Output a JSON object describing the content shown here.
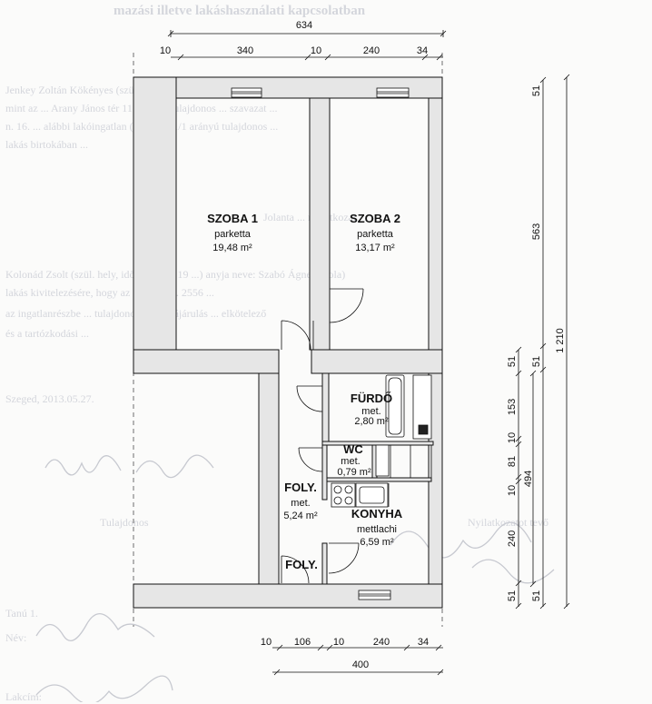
{
  "background_text": {
    "title": "mazási illetve lakáshasználati kapcsolatban",
    "lines": [
      "Jenkey Zoltán Kökényes (szül. ...) alulírott, ... Fehér ... 1959.06.10. anyja neve: Mé",
      "mint az ... Arany János tér 11. ... 2. ... tulajdonos ... szavazat ...",
      "n. 16. ... alábbi lakóingatlan (lakás) ... 1/1 arányú tulajdonos ...",
      "lakás birtokában ...",
      "Jolanta ... nyilatkozat",
      "Kolonád Zsolt (szül. hely, idő: Szeged, 19 ...) anyja neve: Szabó Ágnes Viola)",
      "lakás kivitelezésére, hogy az ingatlan ... 2556 ...",
      "az ingatlanrészbe ... tulajdonos ... hozzájárulás ... elkötelező",
      "és a tartózkodási ...",
      "Szeged, 2013.05.27.",
      "Tulajdonos",
      "Nyilatkozatot tevő",
      "Tanú 1.",
      "Név:",
      "Lakcím:"
    ]
  },
  "rooms": [
    {
      "name": "SZOBA 1",
      "floor": "parketta",
      "area": "19,48 m²"
    },
    {
      "name": "SZOBA 2",
      "floor": "parketta",
      "area": "13,17 m²"
    },
    {
      "name": "FÜRDŐ",
      "floor": "met.",
      "area": "2,80 m²"
    },
    {
      "name": "WC",
      "floor": "met.",
      "area": "0,79 m²"
    },
    {
      "name": "FOLY.",
      "floor": "met.",
      "area": "5,24 m²"
    },
    {
      "name": "KONYHA",
      "floor": "mettlachi",
      "area": "6,59 m²"
    },
    {
      "name": "FOLY.",
      "floor": "",
      "area": ""
    }
  ],
  "dimensions": {
    "top_total": "634",
    "top_segments": [
      "10",
      "340",
      "10",
      "240",
      "34"
    ],
    "bottom_total": "400",
    "bottom_segments": [
      "10",
      "106",
      "10",
      "240",
      "34"
    ],
    "right_outer": "1 210",
    "right_mid": [
      "51",
      "563",
      "51"
    ],
    "right_inner": [
      "51",
      "153",
      "10",
      "81",
      "10",
      "240",
      "51"
    ],
    "right_494": "494"
  }
}
